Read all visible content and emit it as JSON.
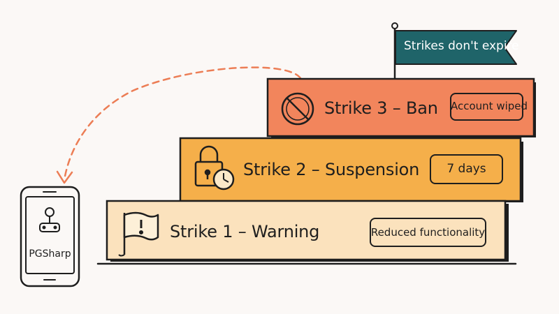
{
  "flag": {
    "label": "Strikes don't expire",
    "color": "#1f6469"
  },
  "app": {
    "label": "PGSharp"
  },
  "steps": [
    {
      "title": "Strike 1 – Warning",
      "badge": "Reduced functionality",
      "icon": "flag-warning-icon",
      "color": "#fbe2bd"
    },
    {
      "title": "Strike 2 – Suspension",
      "badge": "7 days",
      "icon": "padlock-clock-icon",
      "color": "#f5af4a"
    },
    {
      "title": "Strike 3 – Ban",
      "badge": "Account wiped",
      "icon": "prohibited-icon",
      "color": "#f2855c"
    }
  ],
  "colors": {
    "outline": "#1e1e1e",
    "arrow": "#ec7d55",
    "background": "#fbf8f6"
  }
}
